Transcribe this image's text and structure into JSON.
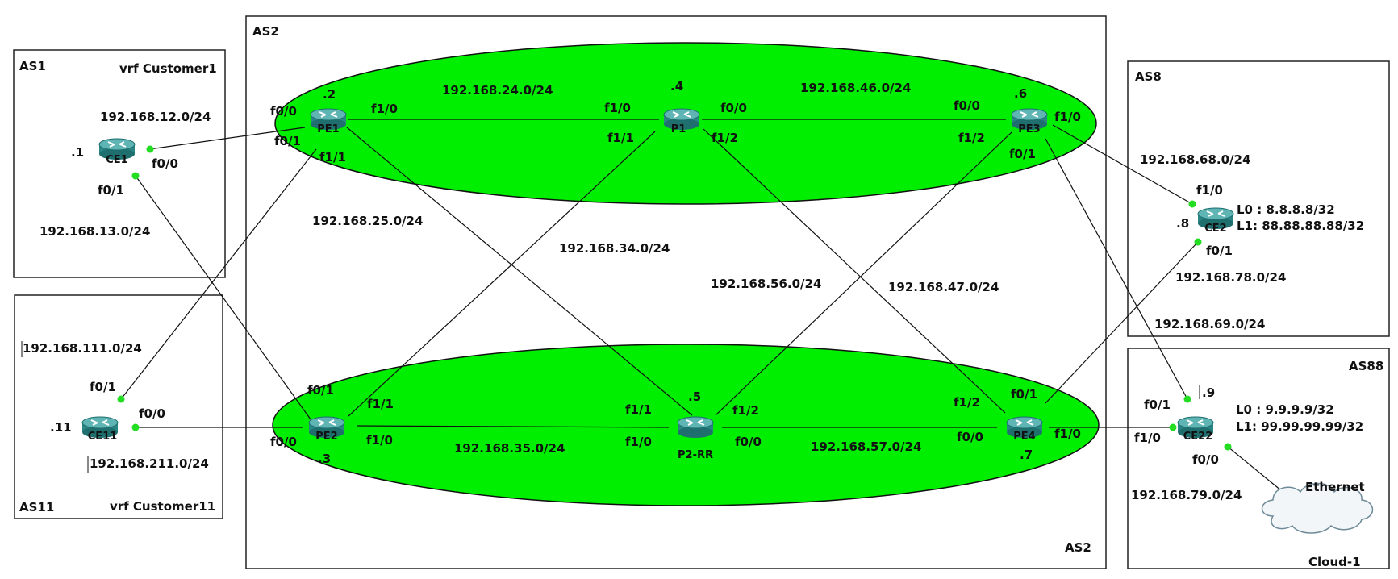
{
  "colors": {
    "ellipse_fill": "#00ee00",
    "port_dot": "#22dd22",
    "router_body": "#2e8b8b"
  },
  "boxes": {
    "as2": "AS2",
    "as2_bottom": "AS2",
    "as1": "AS1",
    "vrf1": "vrf Customer1",
    "as11": "AS11",
    "vrf11": "vrf Customer11",
    "as8": "AS8",
    "as88": "AS88"
  },
  "routers": {
    "ce1": "CE1",
    "ce11": "CE11",
    "pe1": "PE1",
    "pe2": "PE2",
    "p1": "P1",
    "p2rr": "P2-RR",
    "pe3": "PE3",
    "pe4": "PE4",
    "ce2": "CE2",
    "ce22": "CE22"
  },
  "cloud": {
    "name": "Cloud-1",
    "port": "Ethernet"
  },
  "host_ids": {
    "ce1": ".1",
    "pe1": ".2",
    "p1": ".4",
    "pe3": ".6",
    "ce2": ".8",
    "ce11": ".11",
    "pe2": ".3",
    "p2rr": ".5",
    "pe4": ".7",
    "ce22": ".9"
  },
  "loopbacks": {
    "ce2_l0": "L0 : 8.8.8.8/32",
    "ce2_l1": "L1: 88.88.88.88/32",
    "ce22_l0": "L0 : 9.9.9.9/32",
    "ce22_l1": "L1: 99.99.99.99/32"
  },
  "subnets": {
    "n12": "192.168.12.0/24",
    "n13": "192.168.13.0/24",
    "n111": "192.168.111.0/24",
    "n211": "192.168.211.0/24",
    "n24": "192.168.24.0/24",
    "n46": "192.168.46.0/24",
    "n25": "192.168.25.0/24",
    "n34": "192.168.34.0/24",
    "n56": "192.168.56.0/24",
    "n47": "192.168.47.0/24",
    "n35": "192.168.35.0/24",
    "n57": "192.168.57.0/24",
    "n68": "192.168.68.0/24",
    "n78": "192.168.78.0/24",
    "n69": "192.168.69.0/24",
    "n79": "192.168.79.0/24"
  },
  "ports": {
    "ce1_f00": "f0/0",
    "ce1_f01": "f0/1",
    "pe1_f00": "f0/0",
    "pe1_f01": "f0/1",
    "pe1_f10": "f1/0",
    "pe1_f11": "f1/1",
    "p1_f10": "f1/0",
    "p1_f11": "f1/1",
    "p1_f00": "f0/0",
    "p1_f12": "f1/2",
    "pe3_f00": "f0/0",
    "pe3_f10": "f1/0",
    "pe3_f12": "f1/2",
    "pe3_f01": "f0/1",
    "ce2_f10": "f1/0",
    "ce2_f01": "f0/1",
    "ce11_f01": "f0/1",
    "ce11_f00": "f0/0",
    "pe2_f01": "f0/1",
    "pe2_f11": "f1/1",
    "pe2_f00": "f0/0",
    "pe2_f10": "f1/0",
    "p2_f11": "f1/1",
    "p2_f12": "f1/2",
    "p2_f10": "f1/0",
    "p2_f00": "f0/0",
    "pe4_f12": "f1/2",
    "pe4_f01": "f0/1",
    "pe4_f00": "f0/0",
    "pe4_f10": "f1/0",
    "ce22_f01": "f0/1",
    "ce22_f10": "f1/0",
    "ce22_f00": "f0/0"
  }
}
